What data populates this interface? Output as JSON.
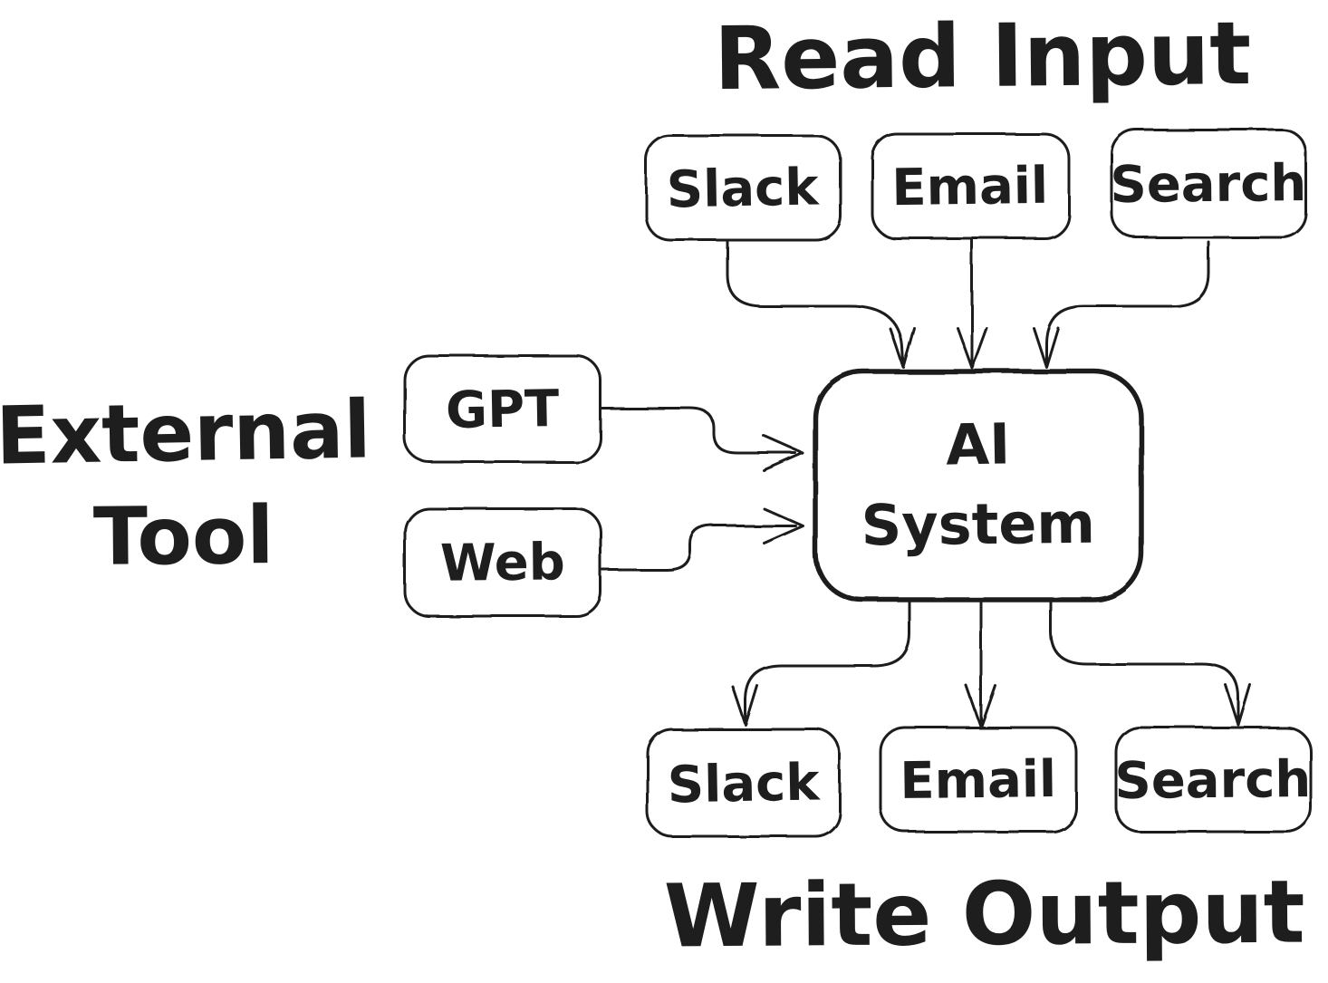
{
  "diagram": {
    "background_color": "#ffffff",
    "ink_color": "#1e1e1e",
    "titles": {
      "read_input": "Read Input",
      "write_output": "Write Output",
      "external_tool_line1": "External",
      "external_tool_line2": "Tool"
    },
    "nodes": {
      "input_slack": {
        "label": "Slack"
      },
      "input_email": {
        "label": "Email"
      },
      "input_search": {
        "label": "Search"
      },
      "gpt": {
        "label": "GPT"
      },
      "web": {
        "label": "Web"
      },
      "ai_system": {
        "label_line1": "AI",
        "label_line2": "System"
      },
      "output_slack": {
        "label": "Slack"
      },
      "output_email": {
        "label": "Email"
      },
      "output_search": {
        "label": "Search"
      }
    },
    "edges": [
      {
        "from": "input_slack",
        "to": "ai_system"
      },
      {
        "from": "input_email",
        "to": "ai_system"
      },
      {
        "from": "input_search",
        "to": "ai_system"
      },
      {
        "from": "gpt",
        "to": "ai_system"
      },
      {
        "from": "web",
        "to": "ai_system"
      },
      {
        "from": "ai_system",
        "to": "output_slack"
      },
      {
        "from": "ai_system",
        "to": "output_email"
      },
      {
        "from": "ai_system",
        "to": "output_search"
      }
    ]
  }
}
